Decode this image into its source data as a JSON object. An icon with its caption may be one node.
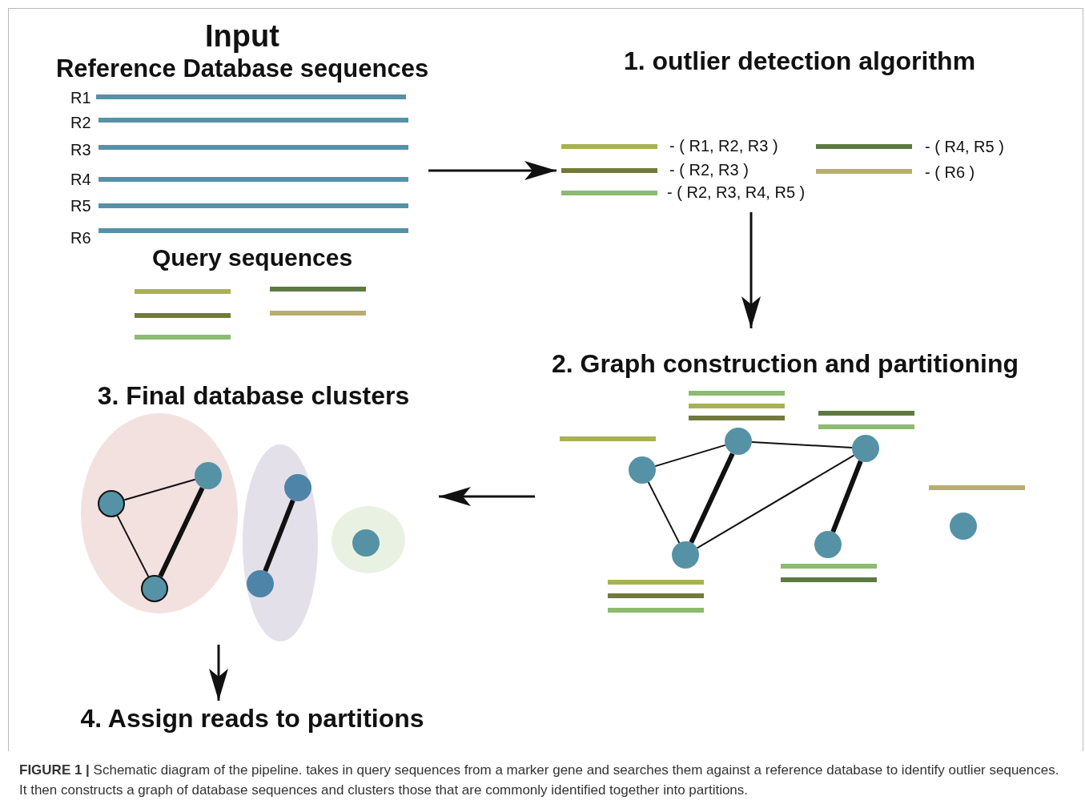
{
  "diagram": {
    "caption": "**FIGURE 1 |** Schematic diagram of the pipeline. takes in query sequences from a marker gene and searches them against a reference database to identify outlier sequences. It then constructs a graph of database sequences and clusters those that are commonly identified together into partitions.",
    "nodes": [
      {
        "text": [
          "Input",
          "Reference Database sequences"
        ]
      },
      {
        "text": [
          "Query sequences"
        ]
      },
      {
        "text": [
          "1. outlier detection algorithm"
        ]
      },
      {
        "text": [
          "2. Graph construction and partitioning"
        ]
      },
      {
        "text": [],
        "shape": "circle",
        "in": 3
      },
      {
        "text": [],
        "shape": "circle",
        "in": 3
      },
      {
        "text": [],
        "shape": "circle",
        "in": 3
      },
      {
        "text": [],
        "shape": "circle",
        "in": 3
      },
      {
        "text": [],
        "shape": "circle",
        "in": 3
      },
      {
        "text": [],
        "shape": "circle",
        "in": 3
      },
      {
        "text": [
          "3. Final database clusters"
        ]
      },
      {
        "text": [],
        "shape": "ellipse",
        "in": 10
      },
      {
        "text": [],
        "shape": "ellipse",
        "in": 10
      },
      {
        "text": [],
        "shape": "ellipse",
        "in": 10
      },
      {
        "text": [],
        "shape": "circle",
        "in": 11
      },
      {
        "text": [],
        "shape": "circle",
        "in": 11
      },
      {
        "text": [],
        "shape": "circle",
        "in": 11
      },
      {
        "text": [],
        "shape": "circle",
        "in": 12
      },
      {
        "text": [],
        "shape": "circle",
        "in": 12
      },
      {
        "text": [],
        "shape": "circle",
        "in": 13
      },
      {
        "text": [
          "4. Assign reads to partitions"
        ]
      }
    ],
    "edges": [
      {
        "from": 0,
        "to": 2,
        "arrow": "to"
      },
      {
        "from": 2,
        "to": 3,
        "arrow": "to"
      },
      {
        "from": 3,
        "to": 10,
        "arrow": "to"
      },
      {
        "from": 10,
        "to": 20,
        "arrow": "to"
      },
      {
        "from": 4,
        "to": 5,
        "arrow": "none"
      },
      {
        "from": 5,
        "to": 6,
        "arrow": "none"
      },
      {
        "from": 4,
        "to": 7,
        "arrow": "none"
      },
      {
        "from": 5,
        "to": 7,
        "arrow": "none",
        "style": "thick"
      },
      {
        "from": 7,
        "to": 6,
        "arrow": "none"
      },
      {
        "from": 6,
        "to": 8,
        "arrow": "none",
        "style": "thick"
      },
      {
        "from": 14,
        "to": 15,
        "arrow": "none"
      },
      {
        "from": 14,
        "to": 16,
        "arrow": "none"
      },
      {
        "from": 15,
        "to": 16,
        "arrow": "none",
        "style": "thick"
      },
      {
        "from": 17,
        "to": 18,
        "arrow": "none",
        "style": "thick"
      }
    ],
    "labels": [
      "R1",
      "R2",
      "R3",
      "R4",
      "R5",
      "R6",
      "- ( R1, R2, R3 )",
      "- ( R4, R5 )",
      "- ( R2, R3 )",
      "- ( R6 )",
      "- ( R2, R3, R4, R5 )"
    ]
  }
}
